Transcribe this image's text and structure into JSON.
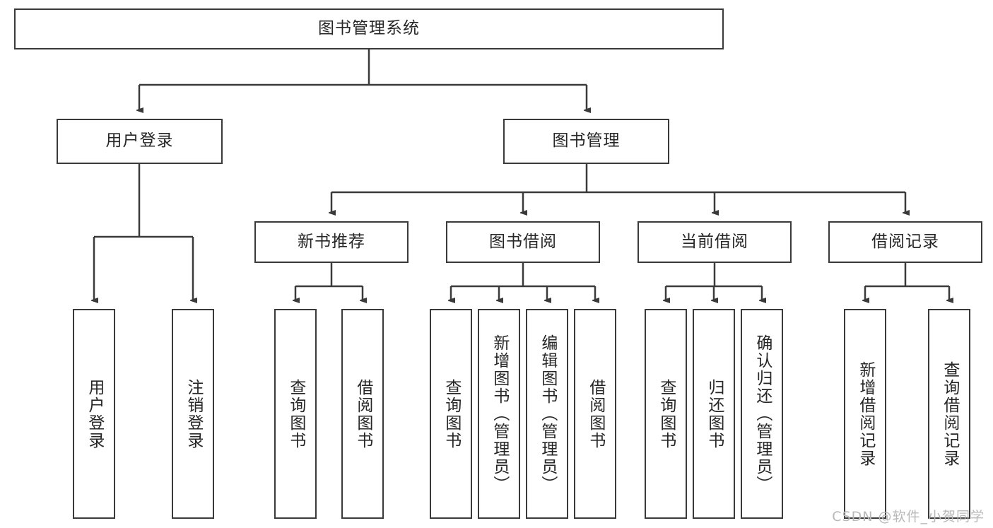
{
  "diagram": {
    "title": "图书管理系统",
    "type": "tree-hierarchy-chart",
    "root": {
      "label": "图书管理系统"
    },
    "level2": [
      {
        "label": "用户登录"
      },
      {
        "label": "图书管理"
      }
    ],
    "level3": [
      {
        "label": "新书推荐"
      },
      {
        "label": "图书借阅"
      },
      {
        "label": "当前借阅"
      },
      {
        "label": "借阅记录"
      }
    ],
    "leaves": {
      "user_login": [
        {
          "label": "用户登录"
        },
        {
          "label": "注销登录"
        }
      ],
      "new_book_recommend": [
        {
          "label": "查询图书"
        },
        {
          "label": "借阅图书"
        }
      ],
      "book_borrow": [
        {
          "label": "查询图书"
        },
        {
          "label": "新增图书（管理员）"
        },
        {
          "label": "编辑图书（管理员）"
        },
        {
          "label": "借阅图书"
        }
      ],
      "current_borrow": [
        {
          "label": "查询图书"
        },
        {
          "label": "归还图书"
        },
        {
          "label": "确认归还（管理员）"
        }
      ],
      "borrow_record": [
        {
          "label": "新增借阅记录"
        },
        {
          "label": "查询借阅记录"
        }
      ]
    }
  },
  "watermark": {
    "text": "CSDN @软件_小贺同学"
  },
  "colors": {
    "stroke": "#3a3a3a",
    "text": "#262626",
    "background": "#ffffff",
    "watermark": "#b8b8b8"
  }
}
